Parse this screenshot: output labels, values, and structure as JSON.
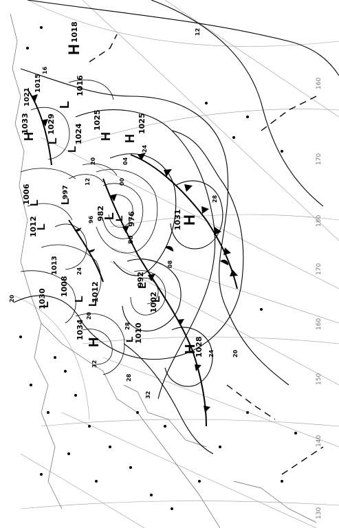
{
  "pressure_centers": [
    {
      "type": "H",
      "value": "1018"
    },
    {
      "type": "L",
      "value": "1016"
    },
    {
      "type": "H",
      "value": "1033"
    },
    {
      "type": "L",
      "value": "1029"
    },
    {
      "type": "L",
      "value": "1024"
    },
    {
      "type": "H",
      "value": "1025"
    },
    {
      "type": "H",
      "value": "1025"
    },
    {
      "type": "L",
      "value": "1006"
    },
    {
      "type": "L",
      "value": "997"
    },
    {
      "type": "L",
      "value": "982"
    },
    {
      "type": "L",
      "value": "976"
    },
    {
      "type": "H",
      "value": "1031"
    },
    {
      "type": "L",
      "value": "1012"
    },
    {
      "type": "L",
      "value": "1008"
    },
    {
      "type": "L",
      "value": "1030"
    },
    {
      "type": "L",
      "value": "1012"
    },
    {
      "type": "H",
      "value": "1034"
    },
    {
      "type": "L",
      "value": "992"
    },
    {
      "type": "L",
      "value": "1002"
    },
    {
      "type": "L",
      "value": "1010"
    },
    {
      "type": "H",
      "value": "1028"
    }
  ],
  "isobar_labels": [
    "12",
    "16",
    "20",
    "24",
    "28",
    "32",
    "20",
    "24",
    "28",
    "20",
    "24",
    "32",
    "28",
    "20",
    "12",
    "08",
    "04",
    "00",
    "96",
    "80"
  ],
  "longitude_labels": [
    "160",
    "170",
    "180",
    "170",
    "160",
    "150",
    "140",
    "130"
  ],
  "misc_labels": [
    "1015",
    "1021",
    "1013"
  ]
}
